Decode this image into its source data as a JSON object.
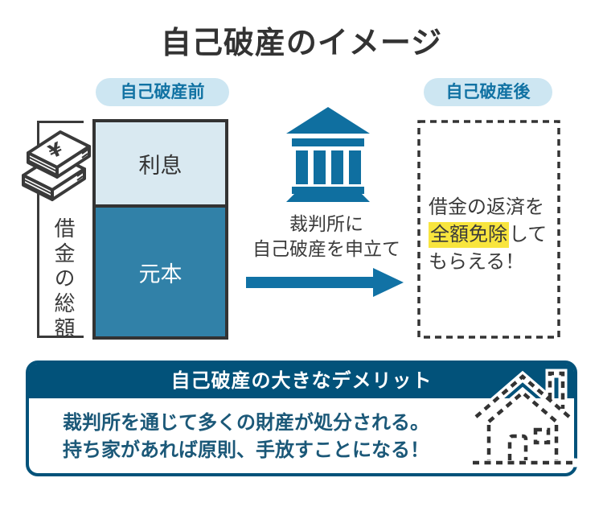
{
  "title": "自己破産のイメージ",
  "before": {
    "label": "自己破産前",
    "bracket_label": "借金の総額",
    "bar": {
      "top_label": "利息",
      "bottom_label": "元本"
    }
  },
  "process": {
    "line1": "裁判所に",
    "line2": "自己破産を申立て"
  },
  "after": {
    "label": "自己破産後",
    "line1": "借金の返済を",
    "line2_highlight": "全額免除",
    "line2_rest": "して",
    "line3": "もらえる！"
  },
  "demerit": {
    "header": "自己破産の大きなデメリット",
    "line1": "裁判所を通じて多くの財産が処分される。",
    "line2": "持ち家があれば原則、手放すことになる！"
  },
  "icons": {
    "money_stack": "money-stack-icon",
    "yen_symbol": "¥",
    "courthouse": "courthouse-icon",
    "arrow_right": "arrow-right-icon",
    "house": "house-icon"
  },
  "colors": {
    "accent_blue": "#0f6fa0",
    "arrow_blue": "#1172a5",
    "bar_light_blue": "#d9e9f1",
    "bar_dark_blue": "#3181a8",
    "pill_bg": "#cde6f2",
    "pill_text": "#1172a3",
    "demerit_header_bg": "#02527a",
    "demerit_text": "#1b5878",
    "highlight_yellow": "#f8e53e",
    "dark_text": "#3a3a3a"
  }
}
